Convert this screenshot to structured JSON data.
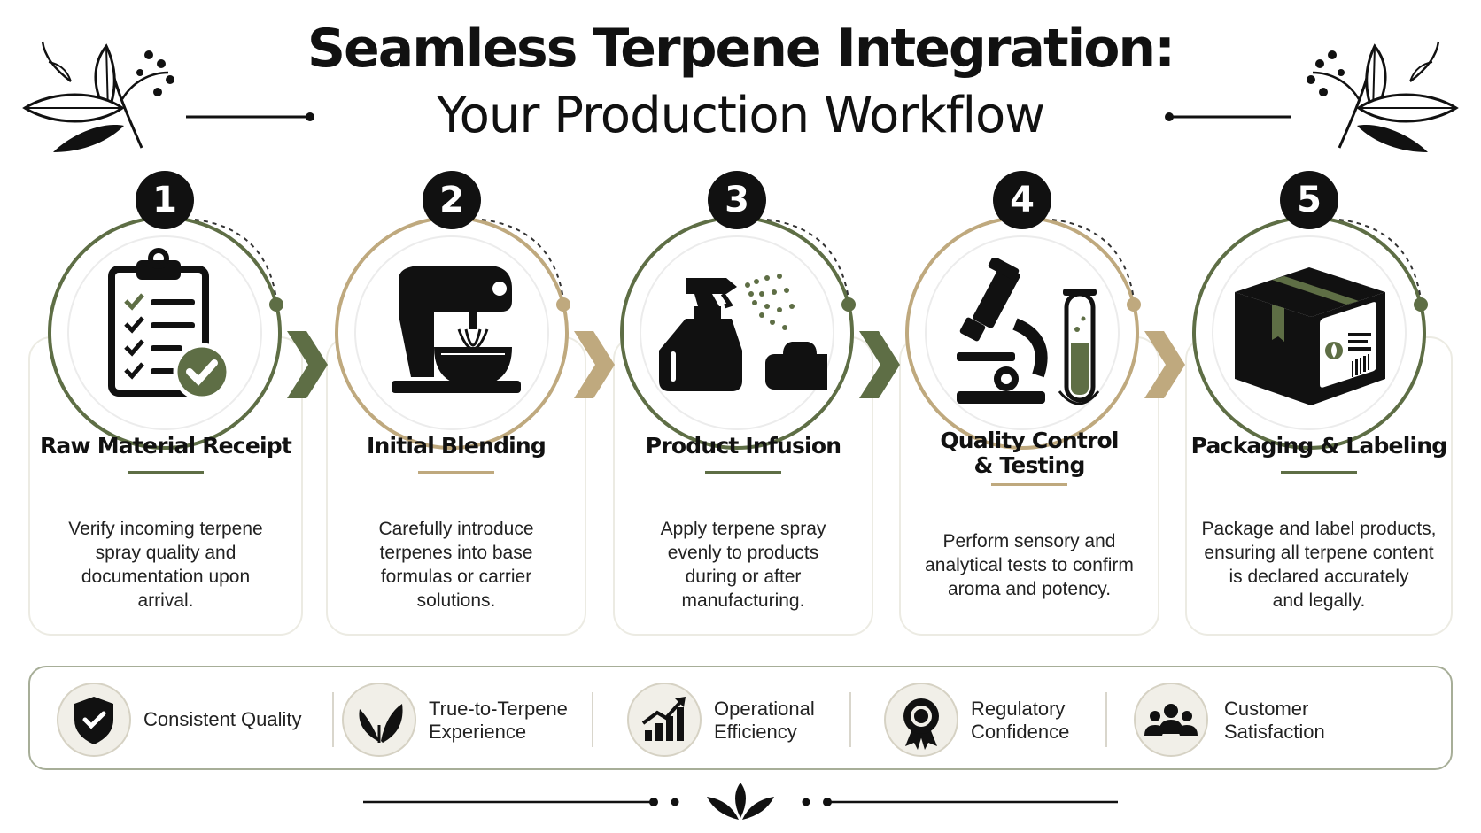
{
  "title": {
    "line1": "Seamless Terpene Integration:",
    "line2": "Your Production Workflow"
  },
  "colors": {
    "green": "#5e6e45",
    "tan": "#bfa97e",
    "dark": "#111111",
    "light_bg": "#f1efe8"
  },
  "steps": [
    {
      "number": "1",
      "title_lines": [
        "Raw Material Receipt"
      ],
      "desc_lines": [
        "Verify incoming terpene",
        "spray quality and",
        "documentation upon",
        "arrival."
      ],
      "icon": "clipboard-check-icon",
      "accent": "green"
    },
    {
      "number": "2",
      "title_lines": [
        "Initial Blending"
      ],
      "desc_lines": [
        "Carefully introduce",
        "terpenes into base",
        "formulas or carrier",
        "solutions."
      ],
      "icon": "stand-mixer-icon",
      "accent": "tan"
    },
    {
      "number": "3",
      "title_lines": [
        "Product Infusion"
      ],
      "desc_lines": [
        "Apply terpene spray",
        "evenly to products",
        "during or after",
        "manufacturing."
      ],
      "icon": "spray-bottle-icon",
      "accent": "green"
    },
    {
      "number": "4",
      "title_lines": [
        "Quality Control",
        "& Testing"
      ],
      "desc_lines": [
        "Perform sensory and",
        "analytical tests to confirm",
        "aroma and potency."
      ],
      "icon": "microscope-icon",
      "accent": "tan"
    },
    {
      "number": "5",
      "title_lines": [
        "Packaging & Labeling"
      ],
      "desc_lines": [
        "Package and label products,",
        "ensuring all terpene content",
        "is declared accurately",
        "and legally."
      ],
      "icon": "package-box-icon",
      "accent": "green"
    }
  ],
  "benefits": [
    {
      "lines": [
        "Consistent Quality"
      ],
      "icon": "shield-check-icon"
    },
    {
      "lines": [
        "True-to-Terpene",
        "Experience"
      ],
      "icon": "leaf-icon"
    },
    {
      "lines": [
        "Operational",
        "Efficiency"
      ],
      "icon": "growth-chart-icon"
    },
    {
      "lines": [
        "Regulatory",
        "Confidence"
      ],
      "icon": "award-badge-icon"
    },
    {
      "lines": [
        "Customer",
        "Satisfaction"
      ],
      "icon": "people-group-icon"
    }
  ]
}
